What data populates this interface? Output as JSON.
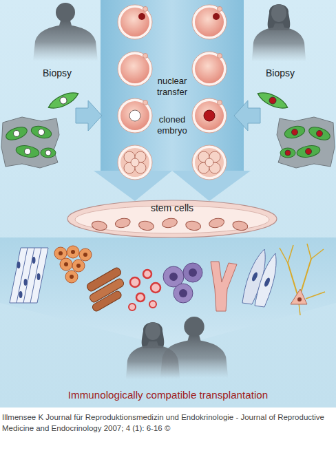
{
  "diagram": {
    "title": "Immunologically compatible transplantation",
    "caption": "Illmensee K Journal für Reproduktionsmedizin und Endokrinologie - Journal of Reproductive Medicine and Endocrinology 2007; 4 (1): 6-16 ©",
    "nodes": [
      {
        "text": [
          "stem cells"
        ]
      }
    ],
    "labels": [
      "Biopsy",
      "nuclear transfer",
      "cloned embryo",
      "Biopsy"
    ]
  }
}
